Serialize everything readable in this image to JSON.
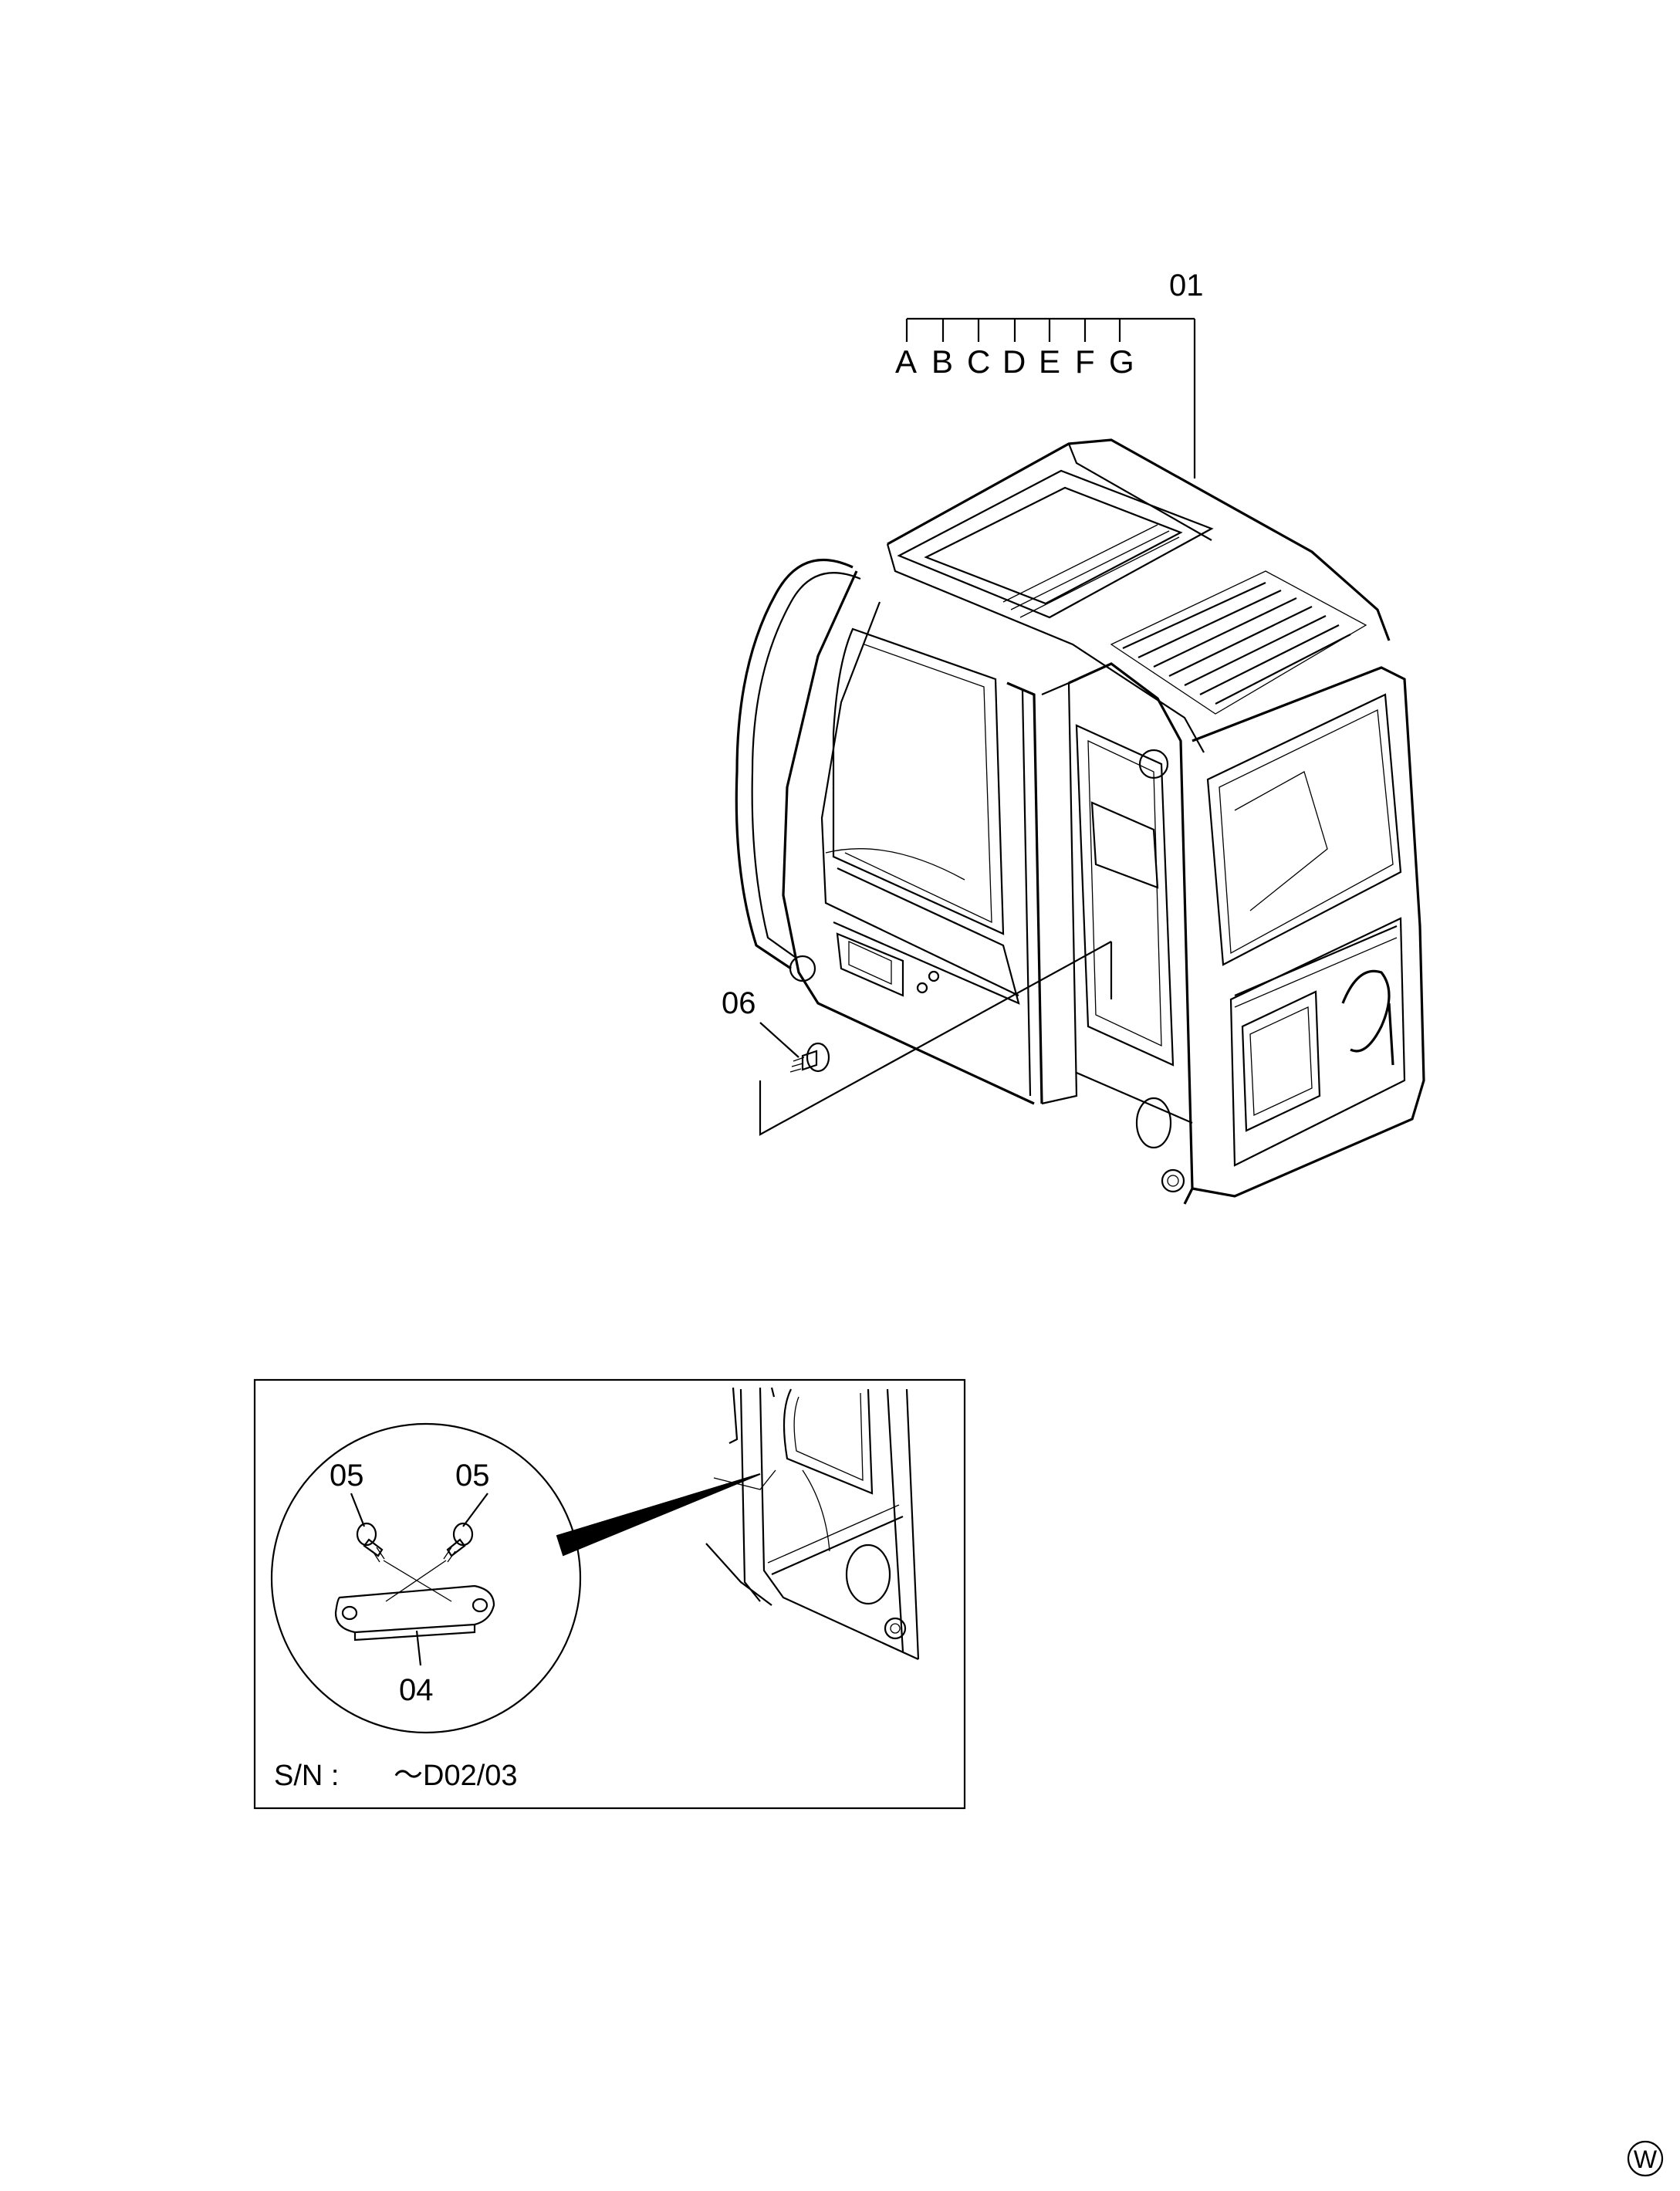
{
  "callouts": {
    "main_part": "01",
    "variants": [
      "A",
      "B",
      "C",
      "D",
      "E",
      "F",
      "G"
    ],
    "bolt_main": "06",
    "bolt_left": "05",
    "bolt_right": "05",
    "bracket": "04"
  },
  "inset": {
    "serial_label": "S/N :",
    "serial_value": "～D02/03"
  },
  "corner_mark": "W"
}
